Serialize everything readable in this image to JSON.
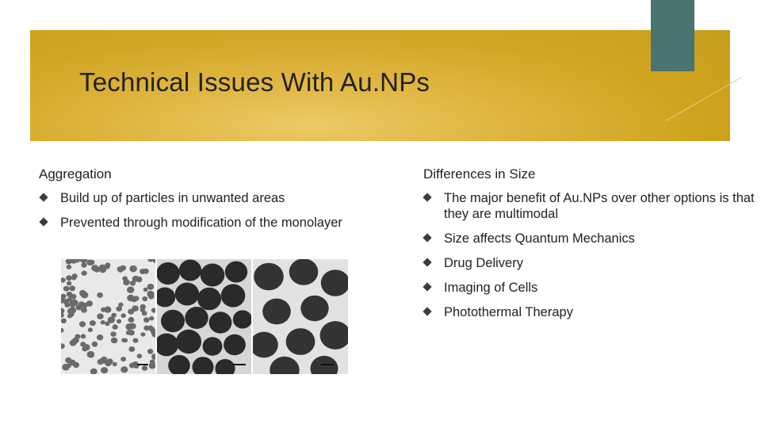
{
  "slide": {
    "title": "Technical Issues With Au.NPs"
  },
  "left_column": {
    "heading": "Aggregation",
    "bullets": [
      "Build up of particles in unwanted areas",
      "Prevented through modification of the monolayer"
    ]
  },
  "right_column": {
    "heading": "Differences in Size",
    "bullets": [
      "The major benefit of Au.NPs over other options is that they are multimodal",
      "Size affects Quantum Mechanics",
      "Drug Delivery",
      "Imaging of Cells",
      "Photothermal Therapy"
    ]
  },
  "figure": {
    "panels": [
      "small-particles",
      "medium-particles",
      "large-particles"
    ]
  },
  "colors": {
    "banner": "#cfa41d",
    "tab": "#4a7373",
    "bullet": "#3c3c3c",
    "text": "#222222"
  }
}
